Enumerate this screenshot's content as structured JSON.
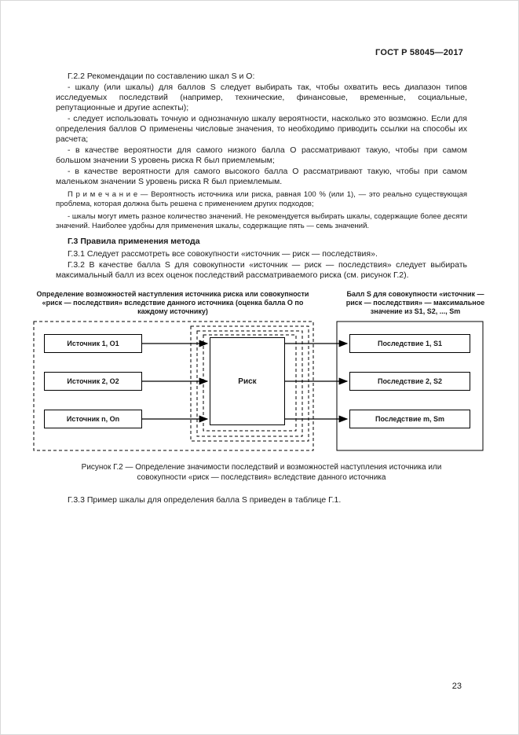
{
  "page": {
    "header": "ГОСТ Р 58045—2017",
    "number": "23"
  },
  "paragraphs": [
    "Г.2.2 Рекомендации по составлению шкал S и O:",
    "- шкалу (или шкалы) для баллов S следует выбирать так, чтобы охватить весь диапазон типов исследуемых последствий (например, технические, финансовые, временные, социальные, репутационные и другие аспекты);",
    "- следует использовать точную и однозначную шкалу вероятности, насколько это возможно. Если для определения баллов O применены числовые значения, то необходимо приводить ссылки на способы их расчета;",
    "- в качестве вероятности для самого низкого балла O рассматривают такую, чтобы при самом большом значении S уровень риска R был приемлемым;",
    "- в качестве вероятности для самого высокого балла O рассматривают такую, чтобы при самом маленьком значении S уровень риска R был приемлемым.",
    "П р и м е ч а н и е  —  Вероятность источника или риска, равная 100 % (или 1), — это реально существующая проблема, которая должна быть решена с применением других подходов;",
    "- шкалы могут иметь разное количество значений. Не рекомендуется выбирать шкалы, содержащие более десяти значений. Наиболее удобны для применения шкалы, содержащие пять — семь значений.",
    "Г.3 Правила применения метода",
    "Г.3.1 Следует рассмотреть все совокупности «источник — риск — последствия».",
    "Г.3.2 В качестве балла S для совокупности «источник — риск — последствия» следует выбирать максимальный балл из всех оценок последствий рассматриваемого риска (см. рисунок Г.2).",
    "Г.3.3 Пример шкалы для определения балла S приведен в таблице Г.1."
  ],
  "figure": {
    "left_header": "Определение возможностей наступления источника риска или совокупности «риск — последствия» вследствие данного источника (оценка балла O по каждому источнику)",
    "right_header": "Балл S для совокупности «источник — риск — последствия» — максимальное значение из S1, S2, ..., Sm",
    "sources": [
      "Источник 1, O1",
      "Источник 2, O2",
      "Источник n, On"
    ],
    "risk_label": "Риск",
    "consequences": [
      "Последствие 1, S1",
      "Последствие 2, S2",
      "Последствие m, Sm"
    ],
    "caption": "Рисунок Г.2 — Определение значимости последствий и возможностей наступления источника или совокупности «риск — последствия» вследствие данного источника"
  }
}
